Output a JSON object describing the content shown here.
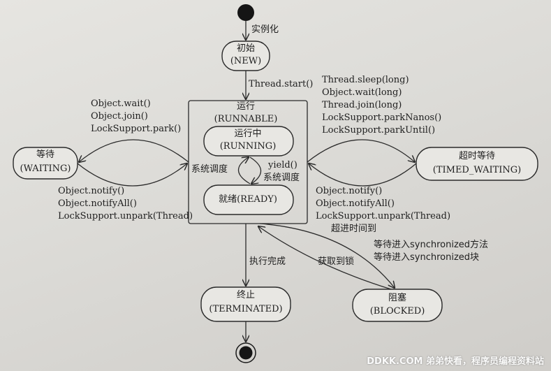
{
  "start_label": "实例化",
  "states": {
    "new": {
      "name": "初始",
      "code": "(NEW)"
    },
    "runnable": {
      "name": "运行",
      "code": "(RUNNABLE)"
    },
    "running": {
      "name": "运行中",
      "code": "(RUNNING)"
    },
    "ready": {
      "name": "就绪(READY)"
    },
    "waiting": {
      "name": "等待",
      "code": "(WAITING)"
    },
    "timed_waiting": {
      "name": "超时等待",
      "code": "(TIMED_WAITING)"
    },
    "terminated": {
      "name": "终止",
      "code": "(TERMINATED)"
    },
    "blocked": {
      "name": "阻塞",
      "code": "(BLOCKED)"
    }
  },
  "transitions": {
    "start": "Thread.start()",
    "to_waiting": [
      "Object.wait()",
      "Object.join()",
      "LockSupport.park()"
    ],
    "from_waiting": [
      "Object.notify()",
      "Object.notifyAll()",
      "LockSupport.unpark(Thread)"
    ],
    "to_timed": [
      "Thread.sleep(long)",
      "Object.wait(long)",
      "Thread.join(long)",
      "LockSupport.parkNanos()",
      "LockSupport.parkUntil()"
    ],
    "from_timed": [
      "Object.notify()",
      "Object.notifyAll()",
      "LockSupport.unpark(Thread)",
      "超进时间到"
    ],
    "schedule": "系统调度",
    "yield": "yield()",
    "yield_schedule": "系统调度",
    "finish": "执行完成",
    "acquire_lock": "获取到锁",
    "to_blocked": [
      "等待进入synchronized方法",
      "等待进入synchronized块"
    ]
  },
  "watermark": "DDKK.COM 弟弟快看，程序员编程资料站"
}
